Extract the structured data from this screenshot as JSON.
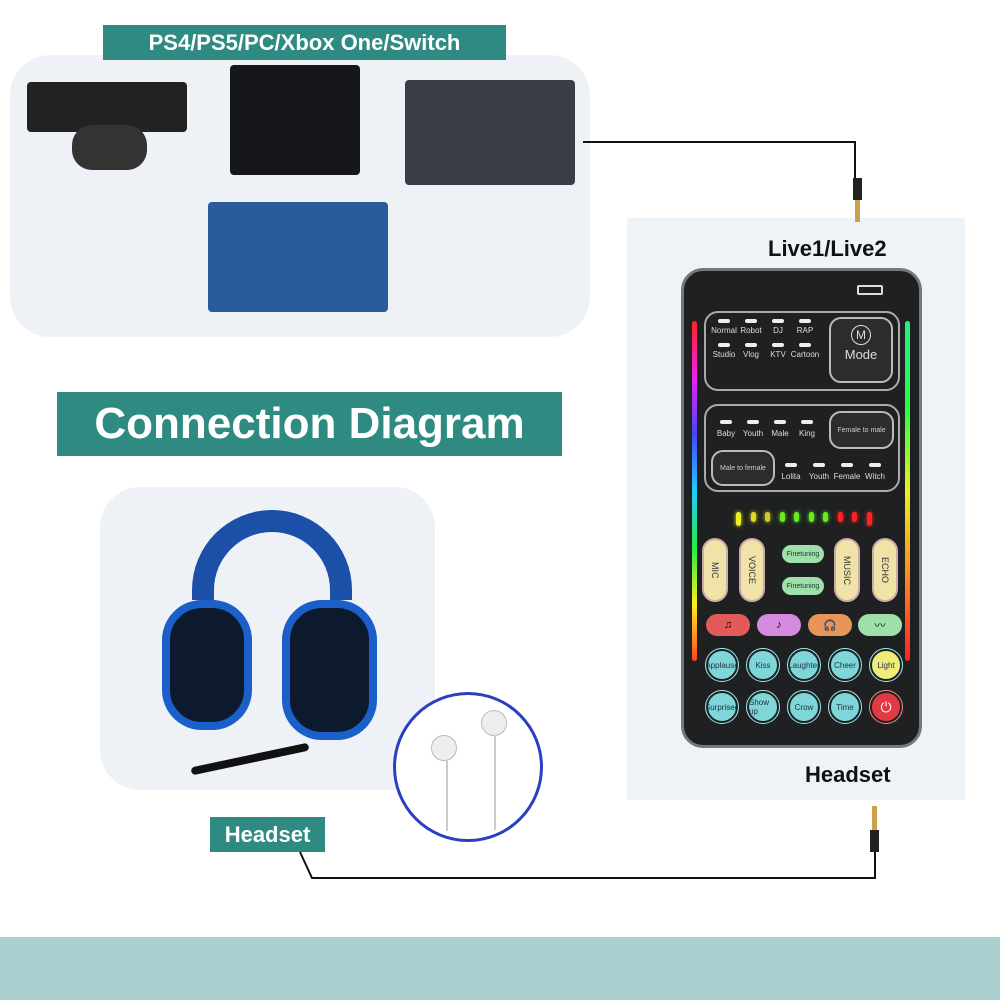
{
  "title": "Connection Diagram",
  "devices_label": "PS4/PS5/PC/Xbox One/Switch",
  "live_label": "Live1/Live2",
  "headset_label_right": "Headset",
  "headset_label_left": "Headset",
  "accent_color": "#2f8b82",
  "device": {
    "mode_button": "Mode",
    "mode_icon": "M",
    "modes_row1": [
      "Normal",
      "Robot",
      "DJ",
      "RAP"
    ],
    "modes_row2": [
      "Studio",
      "Vlog",
      "KTV",
      "Cartoon"
    ],
    "voices_row1": [
      "Baby",
      "Youth",
      "Male",
      "King"
    ],
    "voices_row2": [
      "Lolita",
      "Youth",
      "Female",
      "Witch"
    ],
    "female_to_male": "Female to male",
    "male_to_female": "Male to female",
    "knobs": [
      "MIC",
      "VOICE",
      "MUSIC",
      "ECHO"
    ],
    "finetuning_up": "Finetuning",
    "finetuning_down": "Finetuning",
    "effects_row1": [
      "Applause",
      "Kiss",
      "Laughter",
      "Cheer",
      "Light"
    ],
    "effects_row2": [
      "Surprised",
      "Show up",
      "Crow",
      "Time"
    ],
    "icons": [
      "music-note-icon",
      "voice-icon",
      "headphone-icon",
      "sound-wave-icon",
      "power-icon",
      "battery-icon"
    ]
  }
}
